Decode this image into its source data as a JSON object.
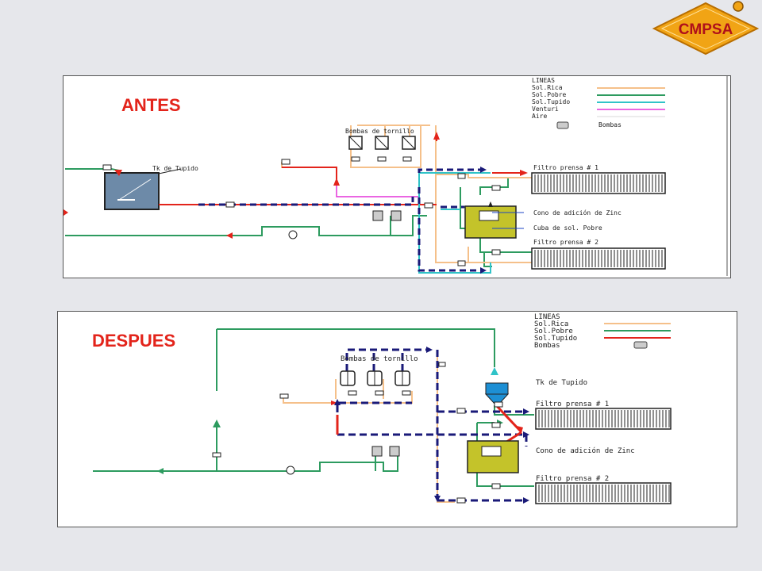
{
  "logo": {
    "text": "CMPSA",
    "fill": "#f1a415",
    "text_color": "#b0101a"
  },
  "colors": {
    "sol_rica": "#f5c08a",
    "sol_pobre": "#2d9b5f",
    "sol_tupido": "#e3241b",
    "venturi": "#30c3c8",
    "aire": "#e433d9",
    "dashed": "#1a1a78",
    "equipment": "#c4c32a"
  },
  "antes": {
    "title": "ANTES",
    "legend_title": "LINEAS",
    "legend": [
      "Sol.Rica",
      "Sol.Pobre",
      "Sol.Tupido",
      "Venturi",
      "Aire"
    ],
    "pump_label": "Bombas",
    "labels": {
      "tank": "Tk de Tupido",
      "pumps": "Bombas de tornillo",
      "filter1": "Filtro prensa # 1",
      "cone": "Cono de adición de Zinc",
      "cuba": "Cuba de sol. Pobre",
      "filter2": "Filtro prensa # 2"
    }
  },
  "despues": {
    "title": "DESPUES",
    "legend_title": "LINEAS",
    "legend": [
      "Sol.Rica",
      "Sol.Pobre",
      "Sol.Tupido",
      "Bombas"
    ],
    "labels": {
      "pumps": "Bombas de tornillo",
      "tank": "Tk de Tupido",
      "filter1": "Filtro prensa # 1",
      "cone": "Cono de adición de Zinc",
      "filter2": "Filtro prensa # 2"
    }
  }
}
